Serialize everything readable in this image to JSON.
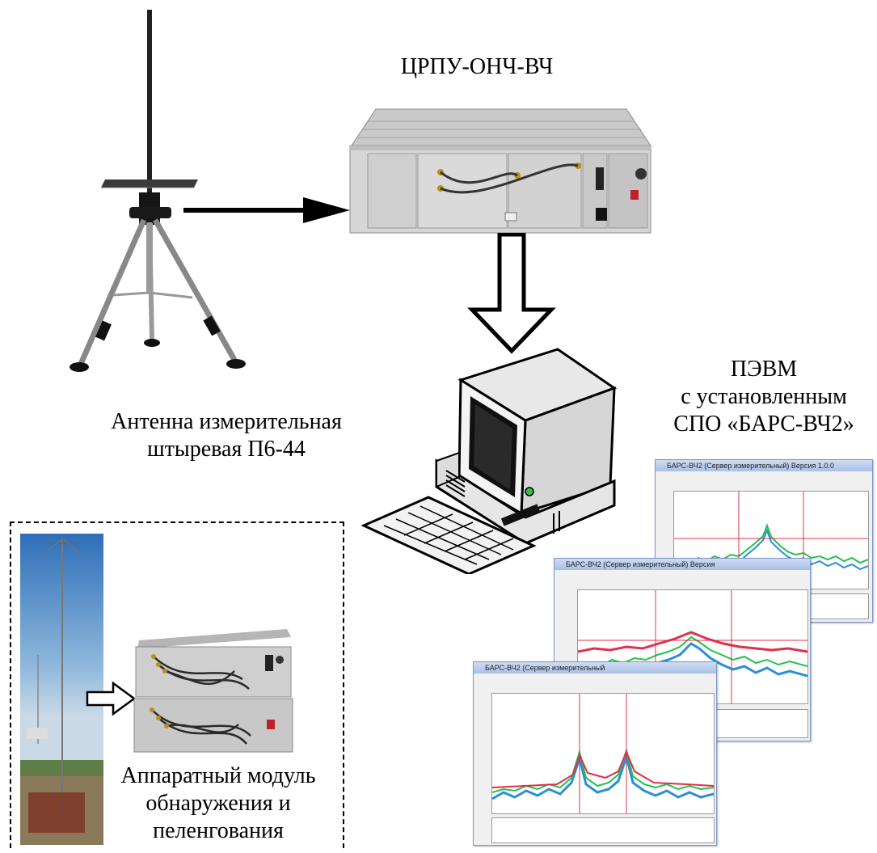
{
  "labels": {
    "receiver_title": "ЦРПУ-ОНЧ-ВЧ",
    "antenna_line1": "Антенна измерительная",
    "antenna_line2": "штыревая П6-44",
    "pc_line1": "ПЭВМ",
    "pc_line2": "с установленным",
    "pc_line3": "СПО «БАРС-ВЧ2»",
    "module_line1": "Аппаратный модуль",
    "module_line2": "обнаружения и",
    "module_line3": "пеленгования"
  },
  "windows": {
    "back": "БАРС-ВЧ2 (Сервер измерительный) Версия 1.0.0",
    "middle": "БАРС-ВЧ2 (Сервер измерительный) Версия",
    "front": "БАРС-ВЧ2 (Сервер измерительный"
  },
  "colors": {
    "arrow": "#000000",
    "spectrum_green": "#22c24a",
    "spectrum_blue": "#2a8fd8",
    "spectrum_red": "#e0304a"
  }
}
